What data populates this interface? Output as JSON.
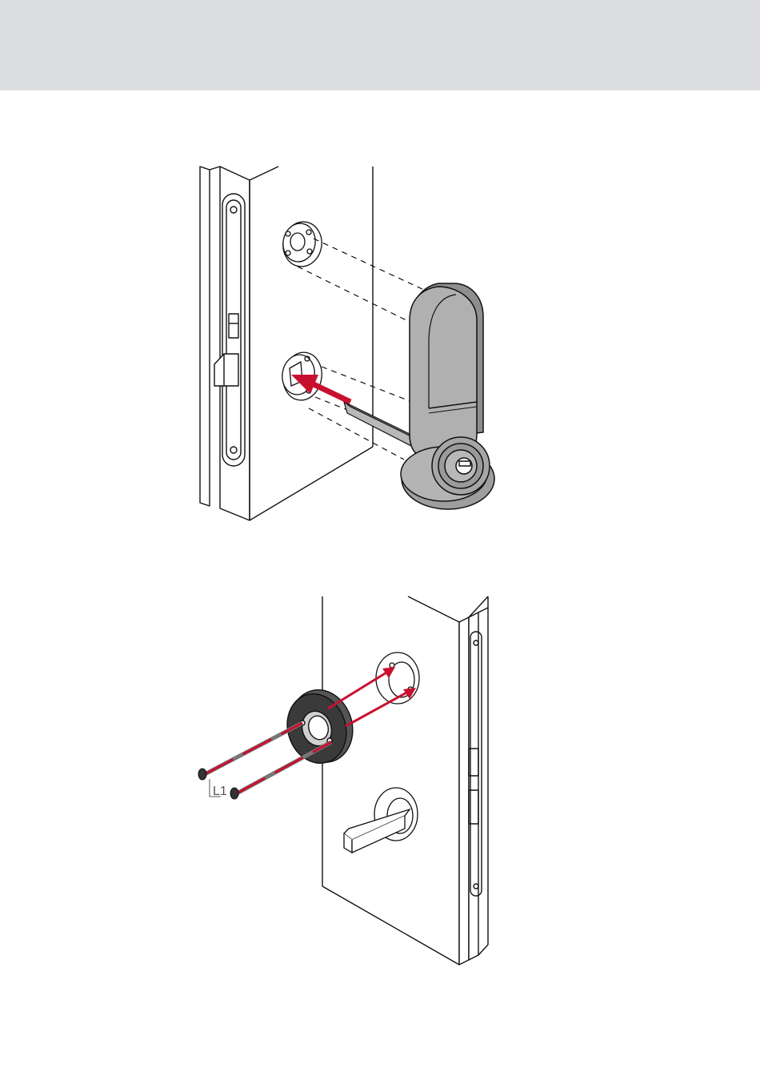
{
  "header": {
    "background": "#dcdde1"
  },
  "figures": [
    {
      "name": "mount-handle-unit"
    },
    {
      "name": "mount-rosette-screws",
      "screw_label": "L1"
    }
  ],
  "colors": {
    "arrow": "#c8102e",
    "handle_body": "#b0b0b0",
    "line": "#111111"
  }
}
